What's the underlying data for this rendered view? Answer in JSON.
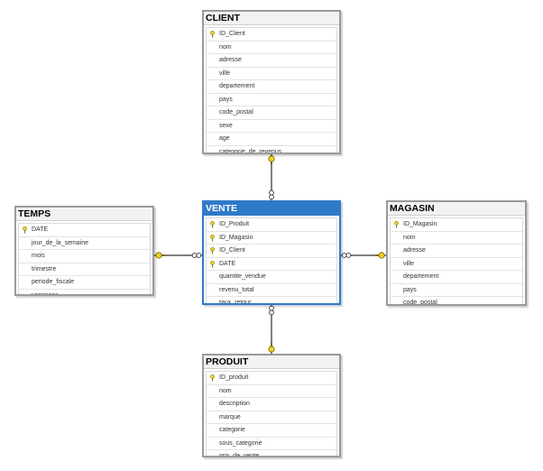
{
  "tables": [
    {
      "id": "client",
      "title": "CLIENT",
      "selected": false,
      "columns": [
        {
          "name": "ID_Client",
          "key": true
        },
        {
          "name": "nom",
          "key": false
        },
        {
          "name": "adresse",
          "key": false
        },
        {
          "name": "ville",
          "key": false
        },
        {
          "name": "departement",
          "key": false
        },
        {
          "name": "pays",
          "key": false
        },
        {
          "name": "code_postal",
          "key": false
        },
        {
          "name": "sexe",
          "key": false
        },
        {
          "name": "age",
          "key": false
        },
        {
          "name": "categorie_de_revenus",
          "key": false
        }
      ]
    },
    {
      "id": "temps",
      "title": "TEMPS",
      "selected": false,
      "columns": [
        {
          "name": "DATE",
          "key": true
        },
        {
          "name": "jour_de_la_semaine",
          "key": false
        },
        {
          "name": "mois",
          "key": false
        },
        {
          "name": "trimestre",
          "key": false
        },
        {
          "name": "periode_fiscale",
          "key": false
        },
        {
          "name": "vacances",
          "key": false
        }
      ]
    },
    {
      "id": "vente",
      "title": "VENTE",
      "selected": true,
      "columns": [
        {
          "name": "ID_Produit",
          "key": true
        },
        {
          "name": "ID_Magasin",
          "key": true
        },
        {
          "name": "ID_Client",
          "key": true
        },
        {
          "name": "DATE",
          "key": true
        },
        {
          "name": "quantite_vendue",
          "key": false
        },
        {
          "name": "revenu_total",
          "key": false
        },
        {
          "name": "taux_retour",
          "key": false
        }
      ]
    },
    {
      "id": "magasin",
      "title": "MAGASIN",
      "selected": false,
      "columns": [
        {
          "name": "ID_Magasin",
          "key": true
        },
        {
          "name": "nom",
          "key": false
        },
        {
          "name": "adresse",
          "key": false
        },
        {
          "name": "ville",
          "key": false
        },
        {
          "name": "departement",
          "key": false
        },
        {
          "name": "pays",
          "key": false
        },
        {
          "name": "code_postal",
          "key": false
        }
      ]
    },
    {
      "id": "produit",
      "title": "PRODUIT",
      "selected": false,
      "columns": [
        {
          "name": "ID_produit",
          "key": true
        },
        {
          "name": "nom",
          "key": false
        },
        {
          "name": "description",
          "key": false
        },
        {
          "name": "marque",
          "key": false
        },
        {
          "name": "categorie",
          "key": false
        },
        {
          "name": "sous_categorie",
          "key": false
        },
        {
          "name": "prix_de_vente",
          "key": false
        }
      ]
    }
  ],
  "relationships": [
    {
      "from": "client",
      "to": "vente"
    },
    {
      "from": "temps",
      "to": "vente"
    },
    {
      "from": "magasin",
      "to": "vente"
    },
    {
      "from": "produit",
      "to": "vente"
    }
  ],
  "colors": {
    "connector": "#7f7f7f",
    "key_end": "#f2d21b",
    "selected_header": "#2f7ac8"
  }
}
